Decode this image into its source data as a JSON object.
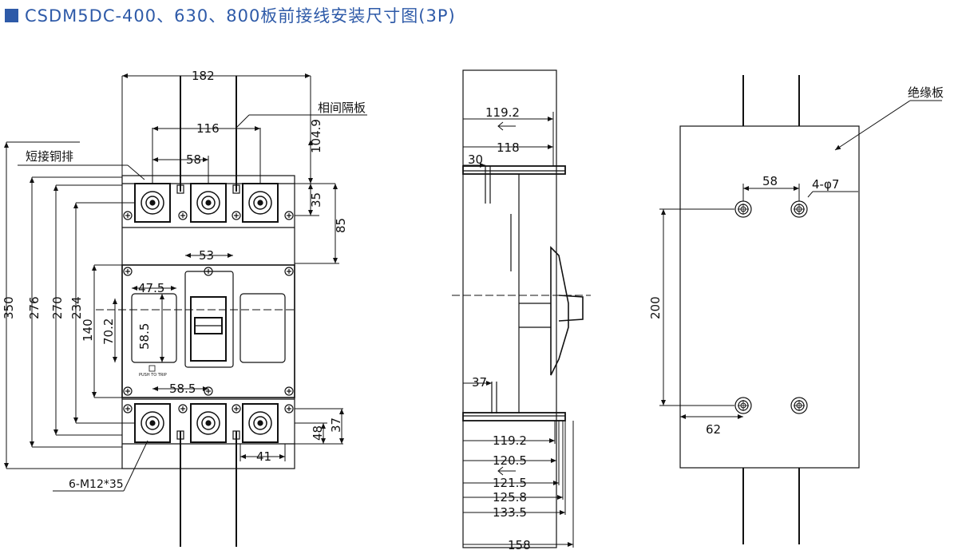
{
  "title": "CSDM5DC-400、630、800板前接线安装尺寸图(3P)",
  "colors": {
    "title": "#2e5aa8",
    "line": "#111111"
  },
  "front_view": {
    "dims": {
      "width_total": "182",
      "terminal_span": "116",
      "terminal_pitch": "58",
      "barrier_height": "104.9",
      "terminal_row_height": "35",
      "top_to_cover": "85",
      "cover_width": "53",
      "window_width": "47.5",
      "window_height": "58.5",
      "center_height": "70.2",
      "handle_height": "140",
      "height_350": "350",
      "height_276": "276",
      "height_270": "270",
      "height_234": "234",
      "bottom_pitch": "58.5",
      "bottom_terminal": "48",
      "bottom_row": "37",
      "bottom_width": "41"
    },
    "labels": {
      "phase_barrier": "相间隔板",
      "busbar": "短接铜排",
      "bolts": "6-M12*35",
      "push_to_trip": "PUSH TO TRIP"
    }
  },
  "side_view": {
    "dims": {
      "d_119_2_top": "119.2",
      "d_118": "118",
      "d_30": "30",
      "d_37": "37",
      "d_119_2": "119.2",
      "d_120_5": "120.5",
      "d_121_5": "121.5",
      "d_125_8": "125.8",
      "d_133_5": "133.5",
      "d_158": "158"
    }
  },
  "panel_view": {
    "labels": {
      "insulation_board": "绝缘板",
      "holes": "4-φ7"
    },
    "dims": {
      "hole_pitch": "58",
      "hole_height": "200",
      "offset": "62"
    }
  }
}
